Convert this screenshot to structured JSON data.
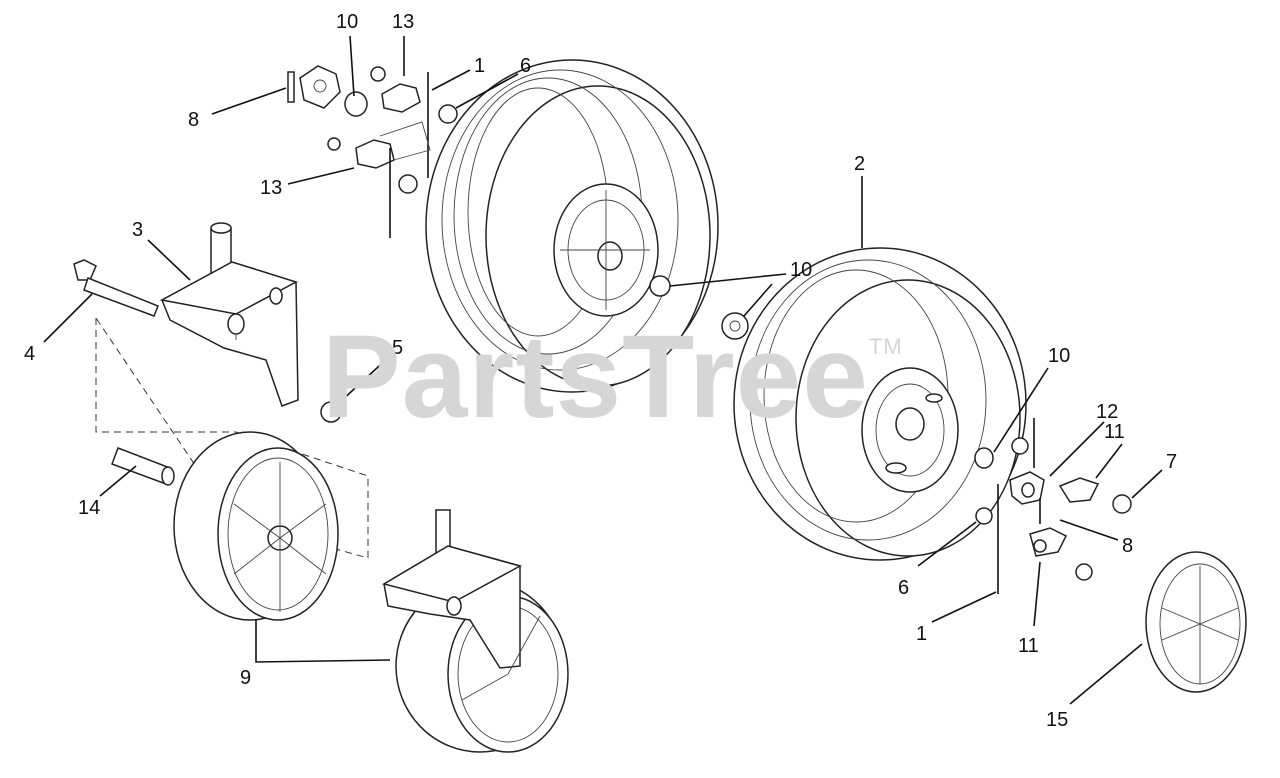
{
  "watermark": {
    "text": "PartsTree",
    "tm": "TM"
  },
  "callouts": [
    "1",
    "2",
    "3",
    "4",
    "5",
    "6",
    "7",
    "8",
    "9",
    "10",
    "11",
    "12",
    "13",
    "14",
    "15"
  ],
  "labels": [
    {
      "id": "10a",
      "text": "10"
    },
    {
      "id": "13a",
      "text": "13"
    },
    {
      "id": "1a",
      "text": "1"
    },
    {
      "id": "6a",
      "text": "6"
    },
    {
      "id": "8a",
      "text": "8"
    },
    {
      "id": "13b",
      "text": "13"
    },
    {
      "id": "3",
      "text": "3"
    },
    {
      "id": "2",
      "text": "2"
    },
    {
      "id": "10b",
      "text": "10"
    },
    {
      "id": "4",
      "text": "4"
    },
    {
      "id": "5",
      "text": "5"
    },
    {
      "id": "10c",
      "text": "10"
    },
    {
      "id": "12",
      "text": "12"
    },
    {
      "id": "11a",
      "text": "11"
    },
    {
      "id": "7",
      "text": "7"
    },
    {
      "id": "14",
      "text": "14"
    },
    {
      "id": "8b",
      "text": "8"
    },
    {
      "id": "6b",
      "text": "6"
    },
    {
      "id": "1b",
      "text": "1"
    },
    {
      "id": "11b",
      "text": "11"
    },
    {
      "id": "9",
      "text": "9"
    },
    {
      "id": "15",
      "text": "15"
    }
  ]
}
